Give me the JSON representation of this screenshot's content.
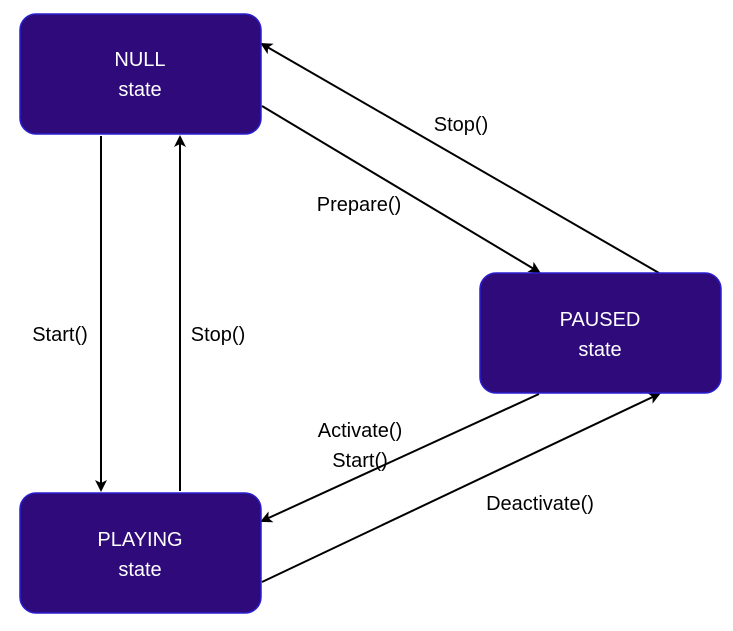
{
  "colors": {
    "node_fill": "#2e0a7a",
    "node_stroke": "#2a1fd0",
    "node_text": "#ffffff",
    "edge": "#000000"
  },
  "nodes": {
    "null": {
      "line1": "NULL",
      "line2": "state"
    },
    "paused": {
      "line1": "PAUSED",
      "line2": "state"
    },
    "playing": {
      "line1": "PLAYING",
      "line2": "state"
    }
  },
  "edges": {
    "null_to_playing": {
      "label": "Start()"
    },
    "playing_to_null": {
      "label": "Stop()"
    },
    "null_to_paused": {
      "label": "Prepare()"
    },
    "paused_to_null": {
      "label": "Stop()"
    },
    "paused_to_playing": {
      "label_line1": "Activate()",
      "label_line2": "Start()"
    },
    "playing_to_paused": {
      "label": "Deactivate()"
    }
  }
}
